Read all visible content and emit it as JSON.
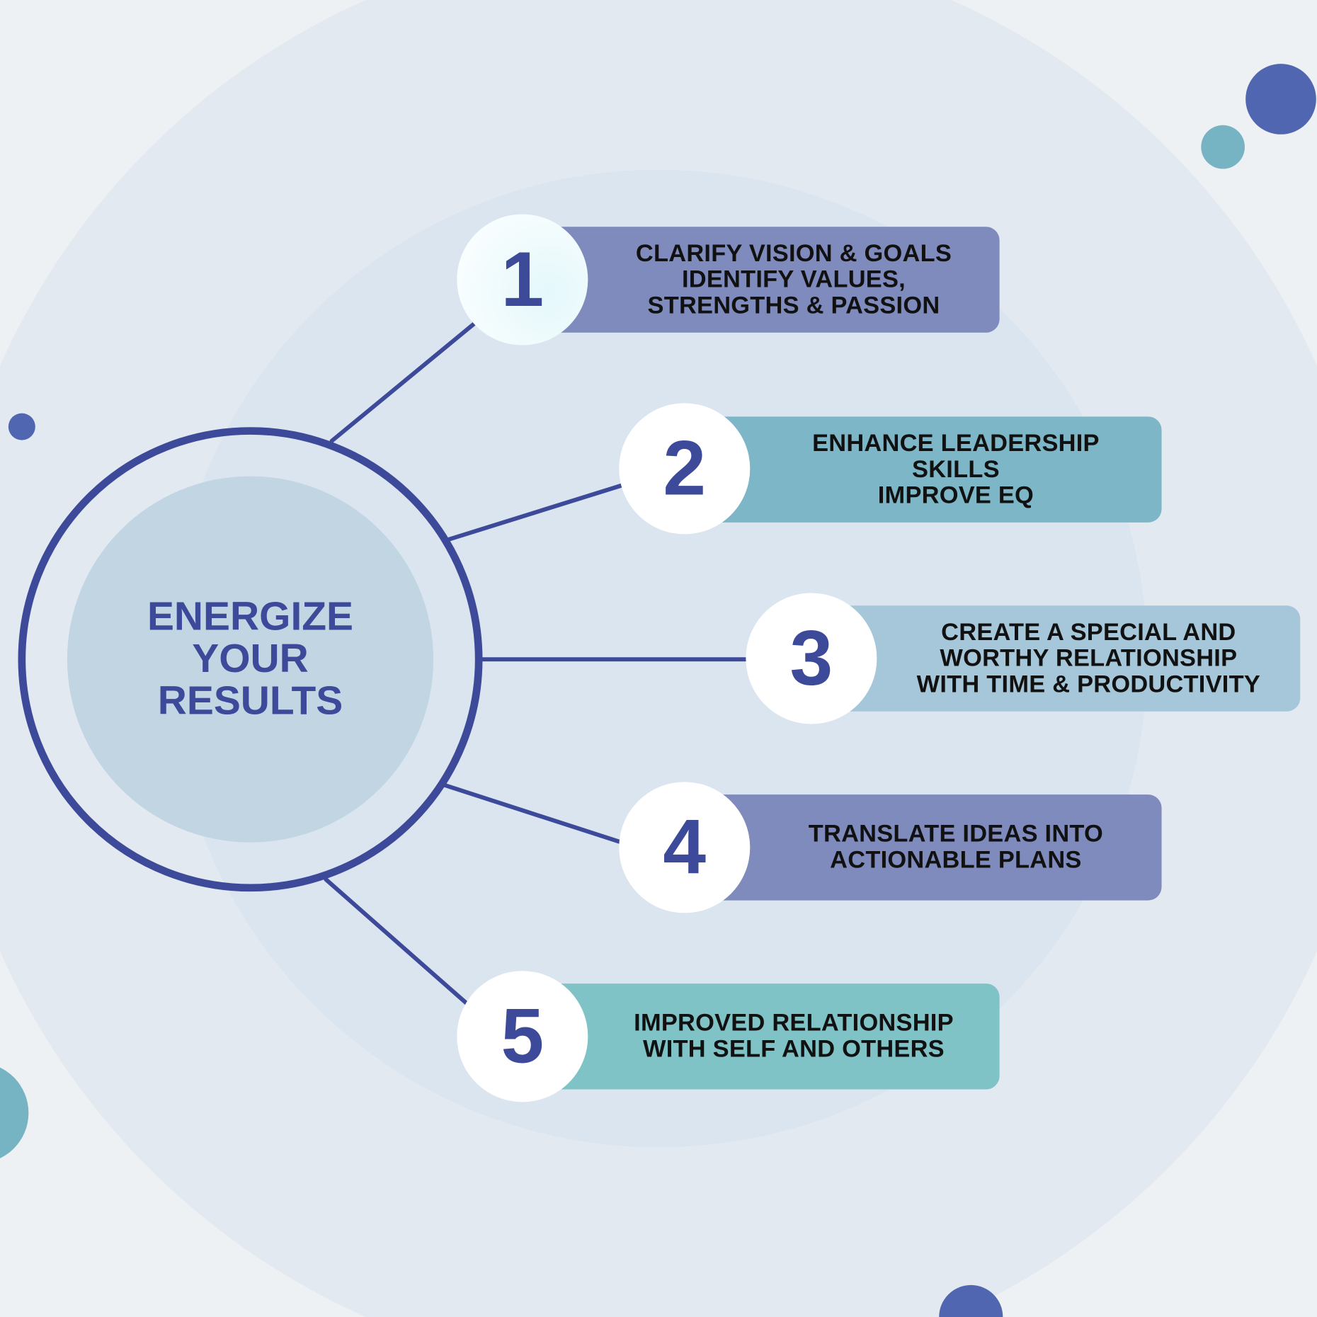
{
  "center": {
    "title": "ENERGIZE\nYOUR\nRESULTS"
  },
  "steps": [
    {
      "number": "1",
      "text": "CLARIFY VISION & GOALS\nIDENTIFY VALUES,\nSTRENGTHS & PASSION",
      "color": "#7f8bbd"
    },
    {
      "number": "2",
      "text": "ENHANCE LEADERSHIP\nSKILLS\nIMPROVE EQ",
      "color": "#7db6c7"
    },
    {
      "number": "3",
      "text": "CREATE A SPECIAL AND\nWORTHY RELATIONSHIP\nWITH TIME & PRODUCTIVITY",
      "color": "#a6c6d9"
    },
    {
      "number": "4",
      "text": "TRANSLATE IDEAS INTO\nACTIONABLE PLANS",
      "color": "#7f8bbd"
    },
    {
      "number": "5",
      "text": "IMPROVED RELATIONSHIP\nWITH SELF AND OTHERS",
      "color": "#80c3c6"
    }
  ],
  "colors": {
    "accent": "#3d4a9a",
    "background": "#eef1f4"
  }
}
